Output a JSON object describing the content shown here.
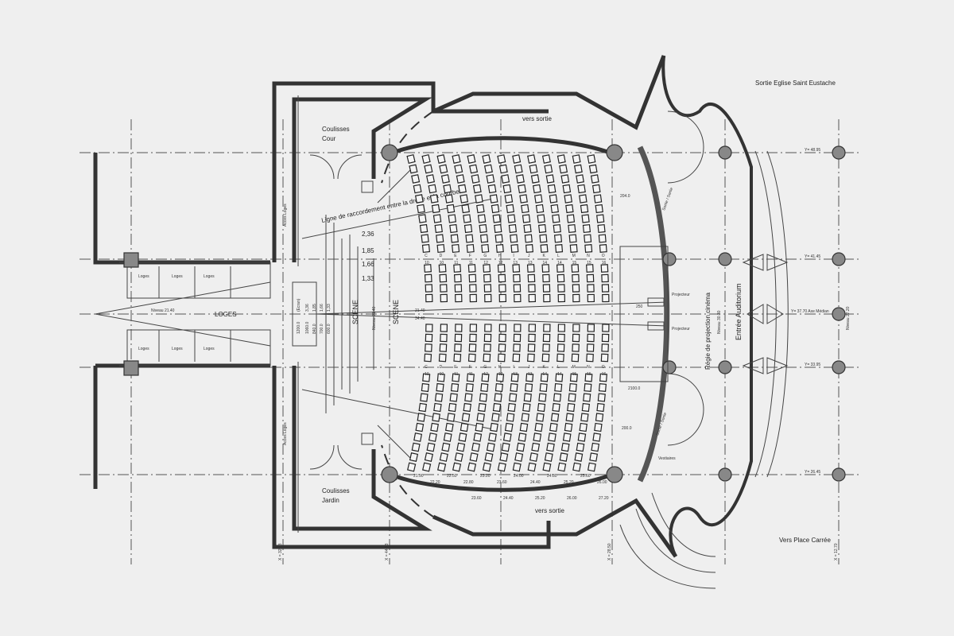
{
  "plan": {
    "exit_top_right": "Sortie Eglise Saint Eustache",
    "exit_bottom_right": "Vers Place Carrée",
    "wings_cour": [
      "Coulisses",
      "Cour"
    ],
    "wings_jardin": [
      "Coulisses",
      "Jardin"
    ],
    "acces_loges": "Acces Loges",
    "loges": "LOGES",
    "loge_room": "Loges",
    "niveau_loges": "Niveau 21.40",
    "scene": "SCENE",
    "niveau_scene": "Niveau 21.40",
    "sight_line": "Ligne de raccordement entre la droite et la courbe",
    "heights": [
      "2,36",
      "1,85",
      "1,66",
      "1,33"
    ],
    "screen_dims": [
      "(Ecran)",
      "1200.0",
      "1060.0",
      "840.0",
      "700.0",
      "600.0"
    ],
    "screen_vals": [
      "3,36",
      "1,85",
      "1,66",
      "1,33"
    ],
    "vers_sortie": "vers sortie",
    "projection": "Régie de projection cinéma",
    "niveau_projection": "Niveau 30.30",
    "entree": "Entrée Auditorium",
    "niveau_entree": "Niveau 27.20",
    "projecteur": "Projecteur",
    "dim_250": "250",
    "dim_204": "204.0",
    "dim_200": "200.0",
    "dim_2100": "2100.0",
    "vestiaires": "Vestiaires",
    "sortie_secours": "Sortie / Sortie",
    "axis_y": [
      "Y= 48.95",
      "Y= 41.45",
      "Y= 37.70  Axe Médian",
      "Y= 33.95",
      "Y= 26.45"
    ],
    "axis_x": [
      "X = 32.13",
      "X = 44.23",
      "X = 28.50",
      "X = 12.70"
    ],
    "row_letters": [
      "C",
      "D",
      "E",
      "F",
      "G",
      "H",
      "I",
      "J",
      "K",
      "L",
      "M",
      "N",
      "O"
    ],
    "seat_counts": [
      "10",
      "10",
      "11",
      "11",
      "12",
      "12",
      "13",
      "13",
      "14",
      "14",
      "15",
      "15",
      "16"
    ],
    "levels_bottom": [
      "21.90",
      "22.20",
      "22.50",
      "22.80",
      "23.20",
      "23.60",
      "24.00",
      "24.40",
      "24.80",
      "25.20",
      "25.60",
      "26.00"
    ],
    "levels_steps": [
      "23.60",
      "24.40",
      "25.20",
      "26.00",
      "27.20"
    ],
    "level_mid": [
      "21.40",
      "34.40"
    ]
  }
}
